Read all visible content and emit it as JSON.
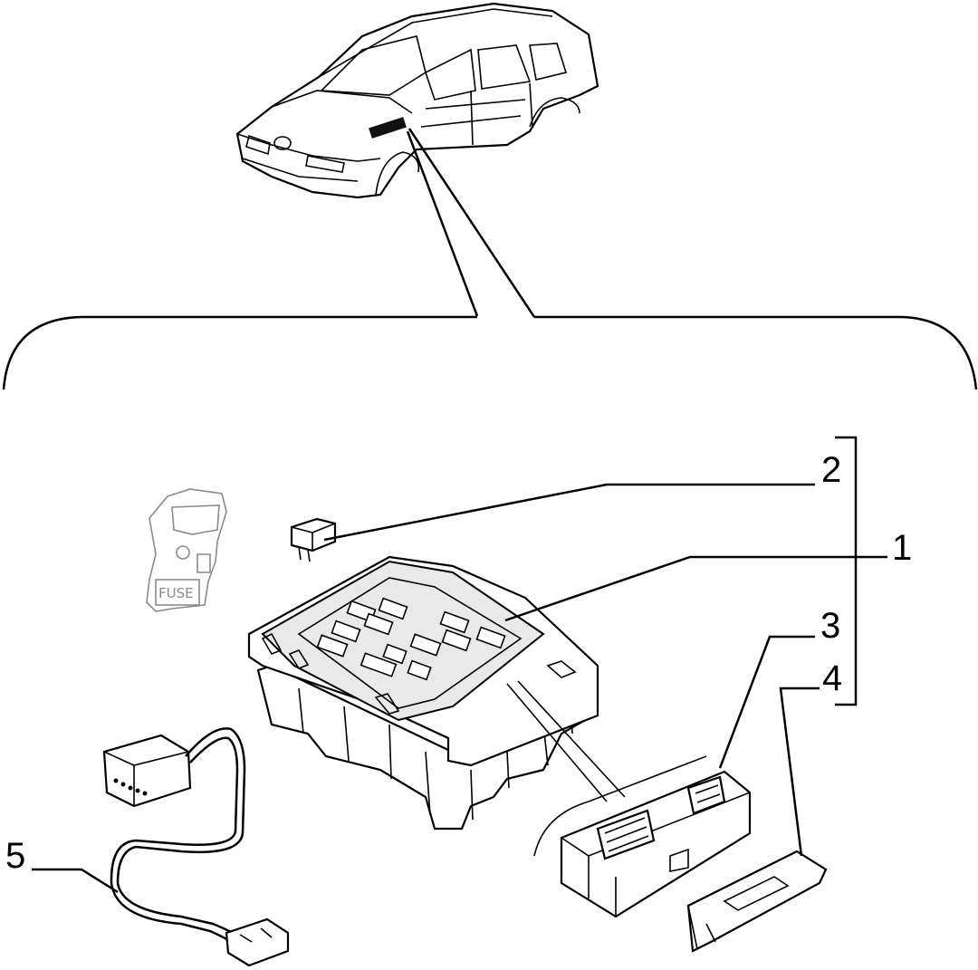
{
  "callouts": [
    {
      "id": "1",
      "label": "1"
    },
    {
      "id": "2",
      "label": "2"
    },
    {
      "id": "3",
      "label": "3"
    },
    {
      "id": "4",
      "label": "4"
    },
    {
      "id": "5",
      "label": "5"
    }
  ],
  "fuse_label": "FUSE",
  "colors": {
    "ink": "#000000",
    "background": "#ffffff",
    "faint": "#8a8a8a"
  }
}
